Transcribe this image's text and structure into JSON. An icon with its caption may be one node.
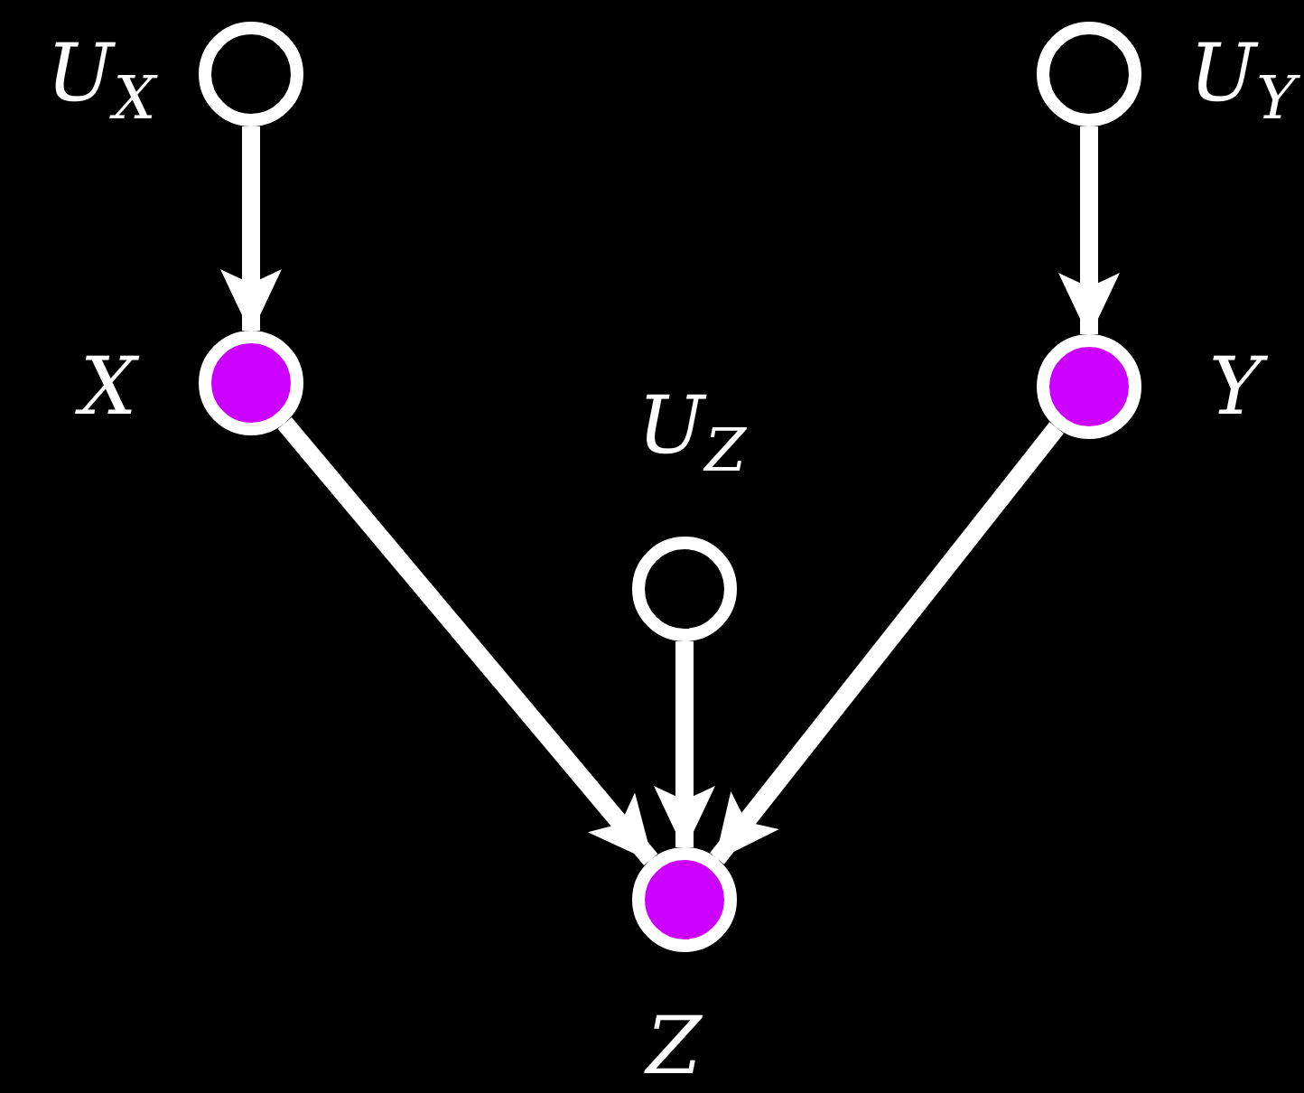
{
  "diagram": {
    "nodes": [
      {
        "text": [],
        "shape": "circle",
        "beside": [
          "U$_{X}$"
        ]
      },
      {
        "text": [],
        "shape": "circle",
        "beside": [
          "U$_{Y}$"
        ]
      },
      {
        "text": [],
        "shape": "circle",
        "beside": [
          "X"
        ]
      },
      {
        "text": [],
        "shape": "circle",
        "beside": [
          "Y"
        ]
      },
      {
        "text": [],
        "shape": "circle",
        "beside": [
          "U$_{Z}$"
        ]
      },
      {
        "text": [],
        "shape": "circle",
        "beside": [
          "Z"
        ]
      }
    ],
    "edges": [
      {
        "from": 0,
        "to": 2,
        "arrow": "to"
      },
      {
        "from": 1,
        "to": 3,
        "arrow": "to"
      },
      {
        "from": 2,
        "to": 5,
        "arrow": "to"
      },
      {
        "from": 4,
        "to": 5,
        "arrow": "to"
      },
      {
        "from": 3,
        "to": 5,
        "arrow": "to"
      }
    ]
  }
}
